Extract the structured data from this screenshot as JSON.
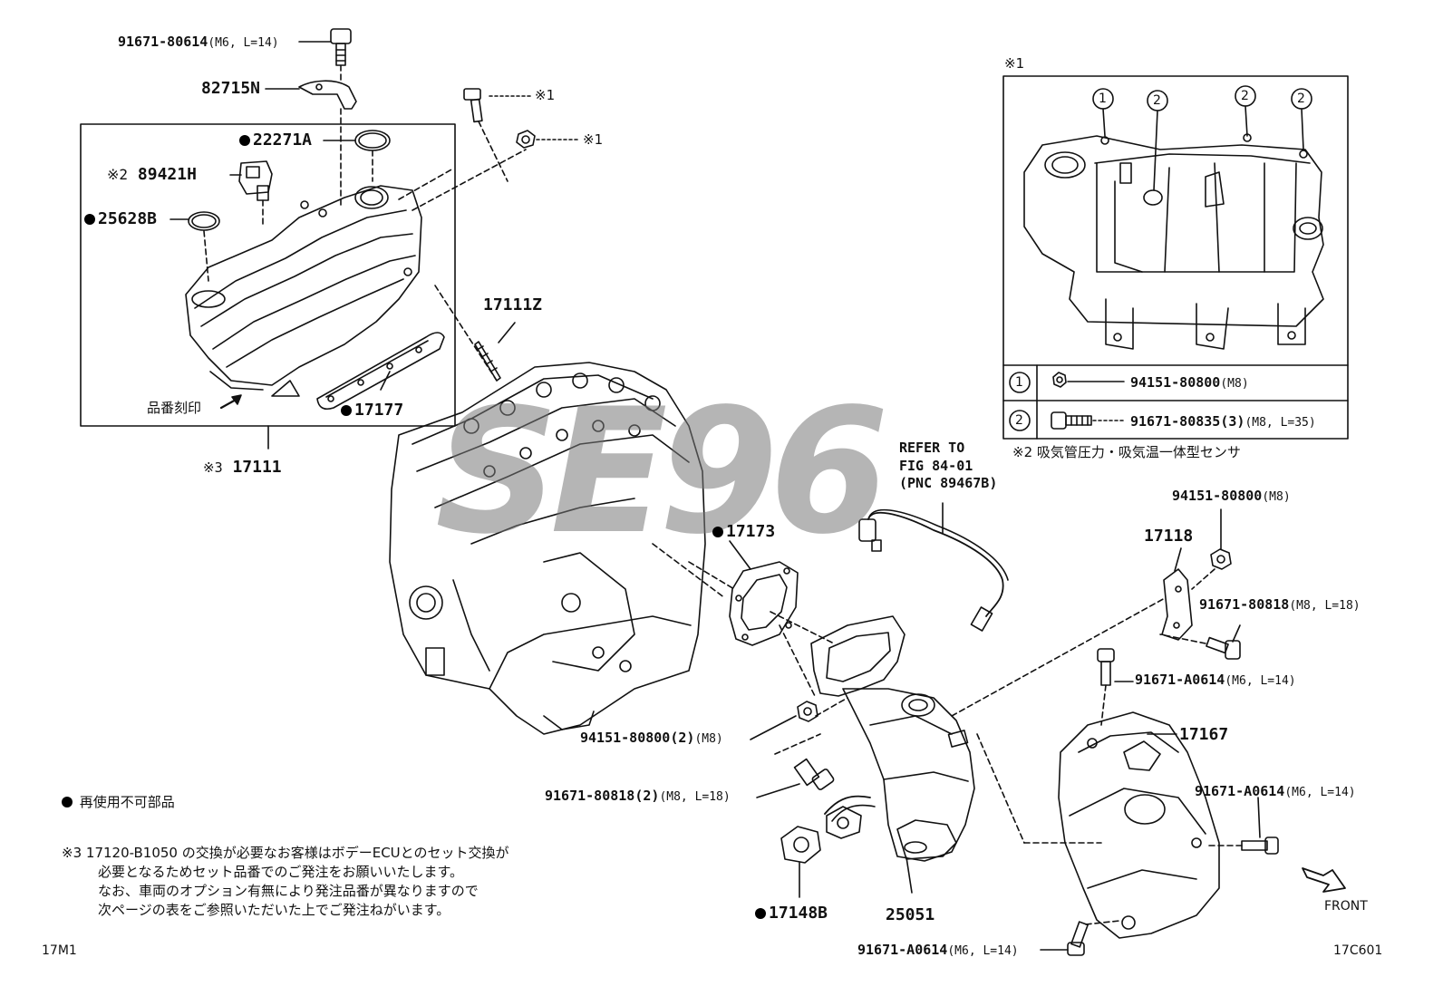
{
  "labels": {
    "p91671_80614": "91671-80614",
    "p91671_80614_spec": "(M6, L=14)",
    "p82715N": "82715N",
    "p22271A": "22271A",
    "p89421H": "89421H",
    "p89421H_note": "※2",
    "p25628B": "25628B",
    "stamp_label": "品番刻印",
    "p17177": "17177",
    "p17111_note": "※3",
    "p17111": "17111",
    "p17111Z": "17111Z",
    "ref1_a": "※1",
    "ref1_b": "※1",
    "refer_line1": "REFER TO",
    "refer_line2": "FIG 84-01",
    "refer_line3": "(PNC 89467B)",
    "p17173": "17173",
    "p94151_80800_2": "94151-80800(2)",
    "p94151_80800_2_spec": "(M8)",
    "p91671_80818_2": "91671-80818(2)",
    "p91671_80818_2_spec": "(M8, L=18)",
    "p17148B": "17148B",
    "p25051": "25051",
    "p91671_A0614_bottom": "91671-A0614",
    "p91671_A0614_bottom_spec": "(M6, L=14)",
    "p94151_80800_right": "94151-80800",
    "p94151_80800_right_spec": "(M8)",
    "p17118": "17118",
    "p91671_80818_right": "91671-80818",
    "p91671_80818_right_spec": "(M8, L=18)",
    "p91671_A0614_mid": "91671-A0614",
    "p91671_A0614_mid_spec": "(M6, L=14)",
    "p17167": "17167",
    "p91671_A0614_right": "91671-A0614",
    "p91671_A0614_right_spec": "(M6, L=14)",
    "front": "FRONT",
    "code_left": "17M1",
    "code_right": "17C601"
  },
  "inset": {
    "title": "※1",
    "callouts": [
      "1",
      "2",
      "2",
      "2"
    ],
    "rows": [
      {
        "num": "1",
        "part": "94151-80800",
        "spec": "(M8)"
      },
      {
        "num": "2",
        "part": "91671-80835(3)",
        "spec": "(M8, L=35)"
      }
    ],
    "note2": "※2 吸気管圧力・吸気温一体型センサ"
  },
  "notes": {
    "non_reusable": "再使用不可部品",
    "note3_mark": "※3",
    "note3_line1": "17120-B1050 の交換が必要なお客様はボデーECUとのセット交換が",
    "note3_line2": "必要となるためセット品番でのご発注をお願いいたします。",
    "note3_line3": "なお、車両のオプション有無により発注品番が異なりますので",
    "note3_line4": "次ページの表をご参照いただいた上でご発注ねがいます。"
  },
  "watermark": "SE96",
  "colors": {
    "ink": "#111111",
    "watermark": "#8a8a8a"
  }
}
